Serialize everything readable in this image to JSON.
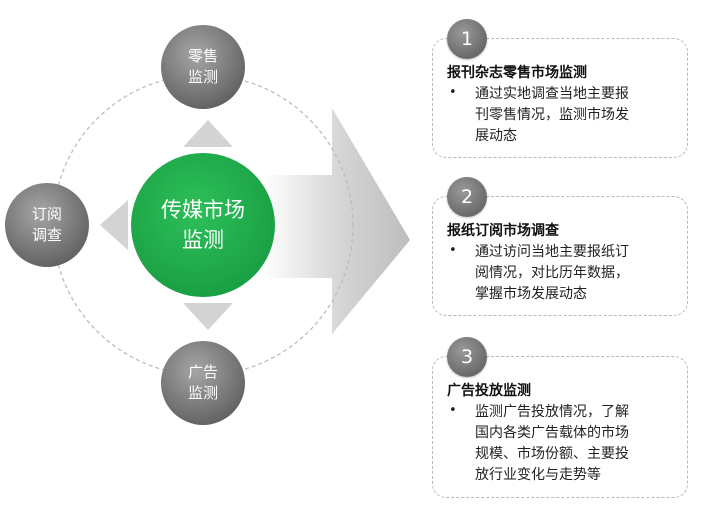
{
  "center": {
    "label": "传媒市场\n监测",
    "color": "#1faa4a"
  },
  "nodes": {
    "top": {
      "label": "零售\n监测"
    },
    "left": {
      "label": "订阅\n调查"
    },
    "bottom": {
      "label": "广告\n监测"
    }
  },
  "cards": [
    {
      "number": "1",
      "title": "报刊杂志零售市场监测",
      "bullet": "•",
      "text": "通过实地调查当地主要报\n刊零售情况，监测市场发\n展动态"
    },
    {
      "number": "2",
      "title": "报纸订阅市场调查",
      "bullet": "•",
      "text": "通过访问当地主要报纸订\n阅情况，对比历年数据，\n掌握市场发展动态"
    },
    {
      "number": "3",
      "title": "广告投放监测",
      "bullet": "•",
      "text": "监测广告投放情况，了解\n国内各类广告载体的市场\n规模、市场份额、主要投\n放行业变化与走势等"
    }
  ]
}
